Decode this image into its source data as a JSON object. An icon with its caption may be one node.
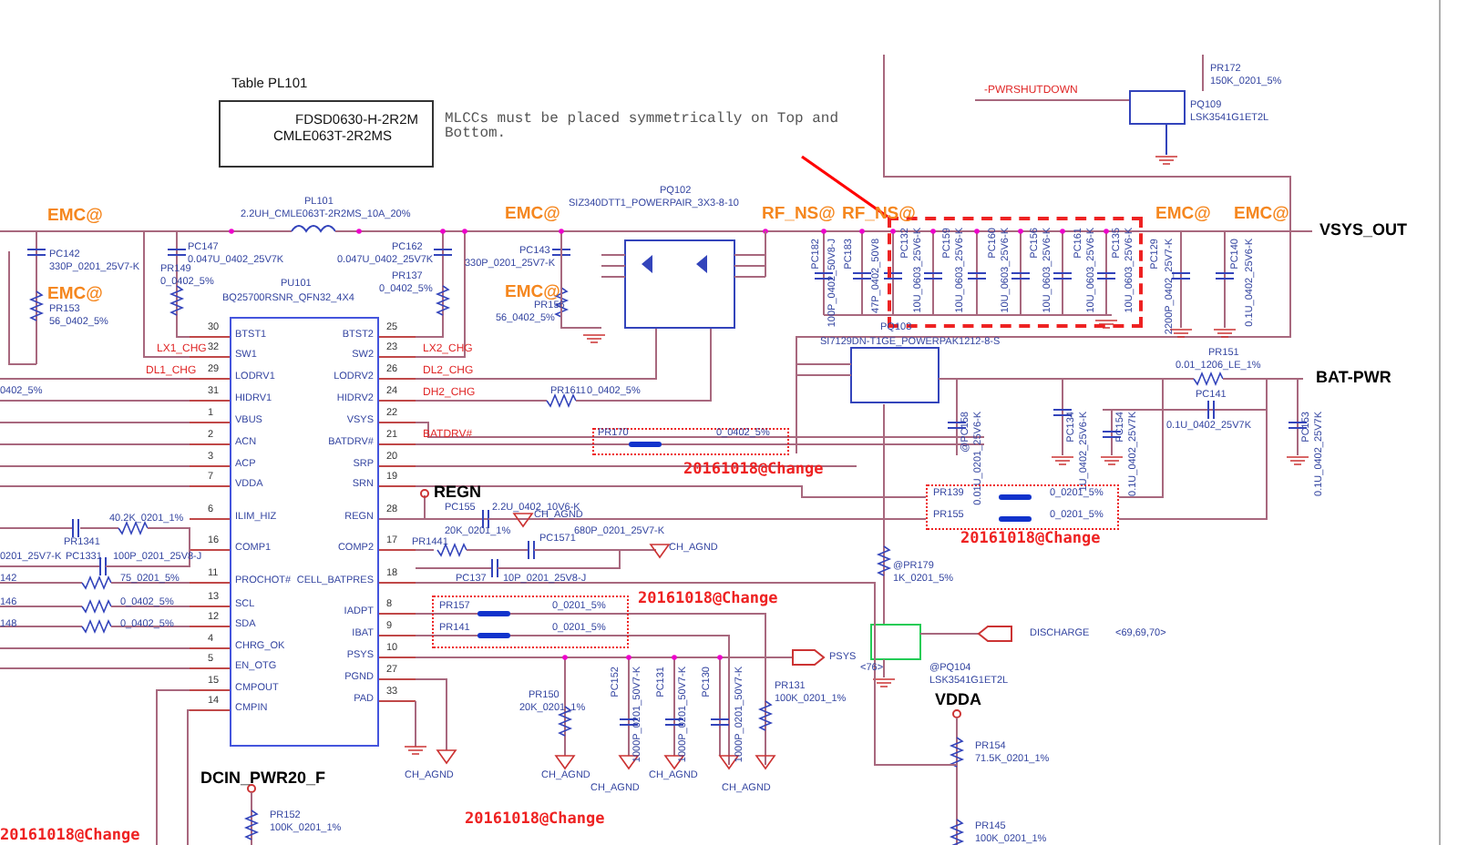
{
  "diagram": {
    "nodes": [
      {
        "text": [
          "Table PL101",
          "FDSD0630-H-2R2M",
          "CMLE063T-2R2MS"
        ]
      },
      {
        "text": [
          "PU101",
          "BQ25700RSNR_QFN32_4X4",
          "BTST1",
          "SW1",
          "LODRV1",
          "HIDRV1",
          "VBUS",
          "ACN",
          "ACP",
          "VDDA",
          "ILIM_HIZ",
          "COMP1",
          "PROCHOT#",
          "SCL",
          "SDA",
          "CHRG_OK",
          "EN_OTG",
          "CMPOUT",
          "CMPIN",
          "BTST2",
          "SW2",
          "LODRV2",
          "HIDRV2",
          "VSYS",
          "BATDRV#",
          "SRP",
          "SRN",
          "REGN",
          "COMP2",
          "CELL_BATPRES",
          "IADPT",
          "IBAT",
          "PSYS",
          "PGND",
          "PAD"
        ]
      },
      {
        "text": [
          "PR170",
          "0_0402_5%"
        ],
        "beside": [
          "20161018@Change"
        ]
      },
      {
        "text": [
          "PR157",
          "0_0201_5%",
          "PR141",
          "0_0201_5%"
        ],
        "beside": [
          "20161018@Change"
        ]
      },
      {
        "text": [
          "PR139",
          "0_0201_5%",
          "PR155",
          "0_0201_5%"
        ],
        "beside": [
          "20161018@Change"
        ]
      },
      {
        "text": [
          "PC132",
          "10U_0603_25V6-K",
          "PC159",
          "10U_0603_25V6-K",
          "PC160",
          "10U_0603_25V6-K",
          "PC156",
          "10U_0603_25V6-K",
          "PC161",
          "10U_0603_25V6-K",
          "PC135",
          "10U_0603_25V6-K"
        ]
      }
    ],
    "edges": [
      {
        "from": null,
        "to": 5,
        "arrow": "none",
        "color": "#ff0000"
      }
    ],
    "labels": [
      "MLCCs must be placed symmetrically on Top and Bottom.",
      "PR172",
      "150K_0201_5%",
      "-PWRSHUTDOWN",
      "PQ109",
      "LSK3541G1ET2L",
      "EMC@",
      "PC142",
      "330P_0201_25V7-K",
      "EMC@",
      "PR153",
      "56_0402_5%",
      "PL101",
      "2.2UH_CMLE063T-2R2MS_10A_20%",
      "PC147",
      "0.047U_0402_25V7K",
      "PC162",
      "0.047U_0402_25V7K",
      "PR149",
      "0_0402_5%",
      "PR137",
      "0_0402_5%",
      "LX1_CHG",
      "DL1_CHG",
      "0402_5%",
      "LX2_CHG",
      "DL2_CHG",
      "DH2_CHG",
      "BATDRV#",
      "EMC@",
      "PQ102",
      "SIZ340DTT1_POWERPAIR_3X3-8-10",
      "PC143",
      "330P_0201_25V7-K",
      "EMC@",
      "PR156",
      "56_0402_5%",
      "PR1611",
      "0_0402_5%",
      "RF_NS@",
      "RF_NS@",
      "PC182",
      "100P_0402_50V8-J",
      "PC183",
      "EMC@",
      "EMC@",
      "PC129",
      "2200P_0402_25V7-K",
      "PC140",
      "0.1U_0402_25V6-K",
      "VSYS_OUT",
      "PQ103",
      "SI7129DN-T1GE_POWERPAK1212-8-S",
      "@PC158",
      "0.01U_0201_25V6-K",
      "PR151",
      "0.01_1206_LE_1%",
      "BAT-PWR",
      "PC141",
      "0.1U_0402_25V7K",
      "PC134",
      "1U_0402_25V6-K",
      "PC154",
      "0.1U_0402_25V7K",
      "PC153",
      "0.1U_0402_25V7K",
      "30",
      "32",
      "29",
      "31",
      "1",
      "2",
      "3",
      "7",
      "6",
      "16",
      "11",
      "13",
      "12",
      "4",
      "5",
      "15",
      "14",
      "25",
      "23",
      "26",
      "24",
      "22",
      "21",
      "20",
      "19",
      "28",
      "17",
      "18",
      "8",
      "9",
      "10",
      "27",
      "33",
      "REGN",
      "PC155",
      "2.2U_0402_10V6-K",
      "CH_AGND",
      "20K_0201_1%",
      "680P_0201_25V7-K",
      "PR1441",
      "PC1571",
      "CH_AGND",
      "PC137",
      "10P_0201_25V8-J",
      "PSYS",
      "<76>",
      "@PR179",
      "1K_0201_5%",
      "DISCHARGE",
      "<69,69,70>",
      "@PQ104",
      "LSK3541G1ET2L",
      "PR150",
      "20K_0201_1%",
      "PC152",
      "1000P_0201_50V7-K",
      "PC131",
      "1000P_0201_50V7-K",
      "PC130",
      "1000P_0201_50V7-K",
      "PR131",
      "100K_0201_1%",
      "CH_AGND",
      "CH_AGND",
      "CH_AGND",
      "CH_AGND",
      "CH_AGND",
      "VDDA",
      "PR154",
      "71.5K_0201_1%",
      "PR145",
      "100K_0201_1%",
      "DCIN_PWR20_F",
      "PR152",
      "100K_0201_1%",
      "20161018@Change",
      "20161018@Change",
      "PR1341",
      "40.2K_0201_1%",
      "0201_25V7-K",
      "PC1331",
      "100P_0201_25V8-J",
      "142",
      "75_0201_5%",
      "146",
      "0_0402_5%",
      "148",
      "0_0402_5%",
      "47P_0402_50V8"
    ]
  }
}
